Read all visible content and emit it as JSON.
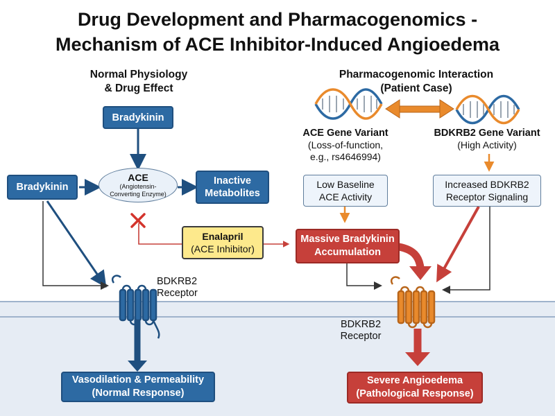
{
  "title": {
    "line1": "Drug Development and Pharmacogenomics -",
    "line2": "Mechanism of ACE Inhibitor-Induced Angioedema"
  },
  "left": {
    "heading_line1": "Normal Physiology",
    "heading_line2": "& Drug Effect",
    "bradykinin_top": "Bradykinin",
    "bradykinin_left": "Bradykinin",
    "ace_title": "ACE",
    "ace_sub1": "(Angiotensin-",
    "ace_sub2": "Converting Enzyme)",
    "inactive_line1": "Inactive",
    "inactive_line2": "Metabolites",
    "enalapril_line1": "Enalapril",
    "enalapril_line2": "(ACE Inhibitor)",
    "receptor_line1": "BDKRB2",
    "receptor_line2": "Receptor",
    "outcome_line1": "Vasodilation & Permeability",
    "outcome_line2": "(Normal Response)"
  },
  "right": {
    "heading_line1": "Pharmacogenomic Interaction",
    "heading_line2": "(Patient Case)",
    "ace_variant_title": "ACE Gene Variant",
    "ace_variant_line1": "(Loss-of-function,",
    "ace_variant_line2": "e.g., rs4646994)",
    "bdkrb2_variant_title": "BDKRB2 Gene Variant",
    "bdkrb2_variant_line1": "(High Activity)",
    "low_ace_line1": "Low Baseline",
    "low_ace_line2": "ACE Activity",
    "increased_line1": "Increased BDKRB2",
    "increased_line2": "Receptor Signaling",
    "accum_line1": "Massive Bradykinin",
    "accum_line2": "Accumulation",
    "receptor_line1": "BDKRB2",
    "receptor_line2": "Receptor",
    "outcome_line1": "Severe Angioedema",
    "outcome_line2": "(Pathological Response)"
  },
  "colors": {
    "blue": "#2d6aa3",
    "red": "#c6403a",
    "orange": "#e98a2c",
    "yellow": "#fde98c",
    "membrane": "#e6ecf4"
  },
  "icons": {
    "dna": "dna-helix-icon",
    "inhibit": "red-x-icon",
    "receptor": "seven-transmembrane-receptor-icon"
  }
}
